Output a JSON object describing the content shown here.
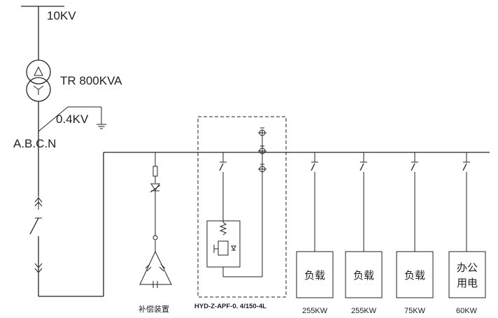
{
  "source": {
    "voltage": "10KV",
    "transformer": "TR 800KVA",
    "low_voltage": "0.4KV",
    "phases": "A.B.C.N"
  },
  "compensation": {
    "label": "补偿装置"
  },
  "apf": {
    "model": "HYD-Z-APF-0. 4/150-4L"
  },
  "loads": [
    {
      "name": "负载",
      "power": "255KW"
    },
    {
      "name": "负载",
      "power": "255KW"
    },
    {
      "name": "负载",
      "power": "75KW"
    },
    {
      "name_line1": "办公",
      "name_line2": "用电",
      "power": "60KW"
    }
  ]
}
